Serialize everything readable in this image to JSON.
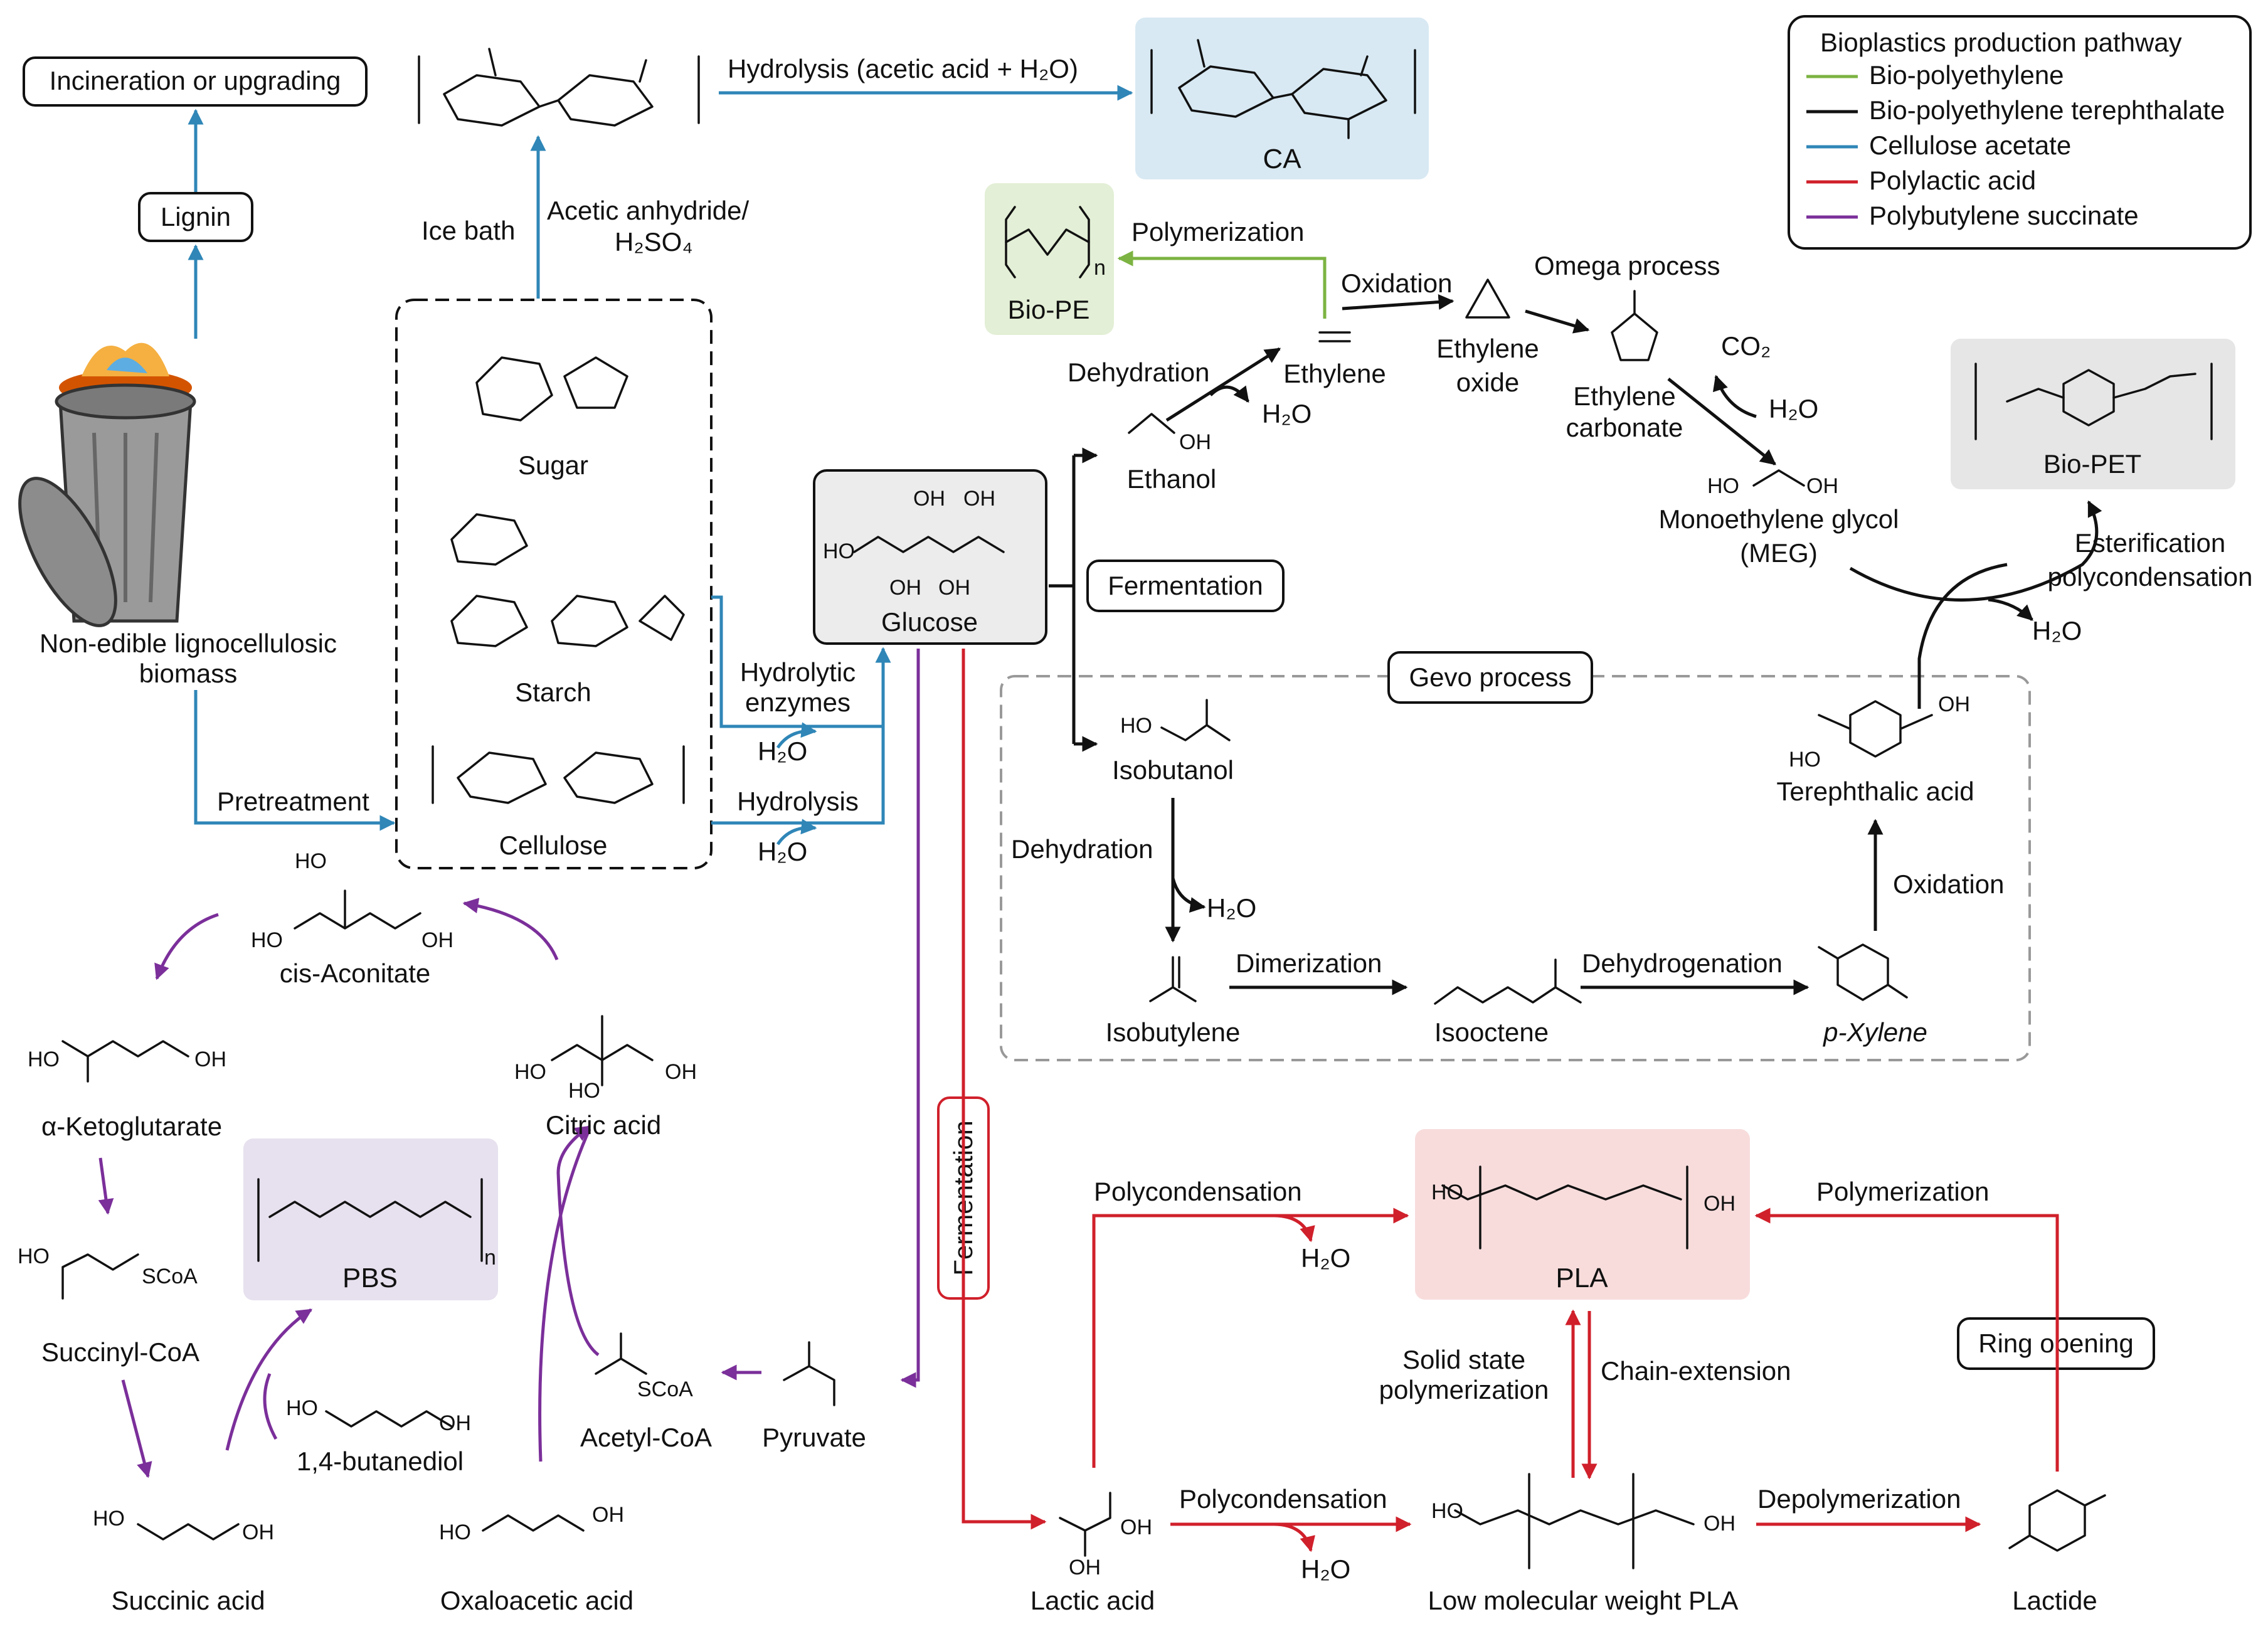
{
  "legend": {
    "title": "Bioplastics production pathway",
    "items": [
      {
        "label": "Bio-polyethylene",
        "color": "#7cb342"
      },
      {
        "label": "Bio-polyethylene terephthalate",
        "color": "#111111"
      },
      {
        "label": "Cellulose acetate",
        "color": "#2f86b7"
      },
      {
        "label": "Polylactic acid",
        "color": "#d0202b"
      },
      {
        "label": "Polybutylene succinate",
        "color": "#7b2f9a"
      }
    ]
  },
  "nodes": {
    "incineration": "Incineration or upgrading",
    "lignin": "Lignin",
    "biomass_line1": "Non-edible lignocellulosic",
    "biomass_line2": "biomass",
    "sugar": "Sugar",
    "starch": "Starch",
    "cellulose": "Cellulose",
    "glucose": "Glucose",
    "ca": "CA",
    "bio_pe": "Bio-PE",
    "bio_pet": "Bio-PET",
    "pla": "PLA",
    "pbs": "PBS",
    "ethanol": "Ethanol",
    "ethylene": "Ethylene",
    "ethylene_oxide_1": "Ethylene",
    "ethylene_oxide_2": "oxide",
    "ethylene_carbonate_1": "Ethylene",
    "ethylene_carbonate_2": "carbonate",
    "meg_1": "Monoethylene glycol",
    "meg_2": "(MEG)",
    "isobutanol": "Isobutanol",
    "isobutylene": "Isobutylene",
    "isooctene": "Isooctene",
    "p_xylene": "p-Xylene",
    "terephthalic_acid": "Terephthalic acid",
    "lactic_acid": "Lactic acid",
    "low_mw_pla": "Low molecular weight PLA",
    "lactide": "Lactide",
    "pyruvate": "Pyruvate",
    "acetyl_coa": "Acetyl-CoA",
    "citric_acid": "Citric acid",
    "cis_aconitate": "cis-Aconitate",
    "a_ketoglutarate": "α-Ketoglutarate",
    "succinyl_coa": "Succinyl-CoA",
    "succinic_acid": "Succinic acid",
    "oxaloacetic_acid": "Oxaloacetic acid",
    "butanediol": "1,4-butanediol"
  },
  "process_labels": {
    "hydrolysis_acetic": "Hydrolysis (acetic acid + H₂O)",
    "ice_bath": "Ice bath",
    "acetic_anhydride_1": "Acetic anhydride/",
    "acetic_anhydride_2": "H₂SO₄",
    "pretreatment": "Pretreatment",
    "hydrolytic_enzymes_1": "Hydrolytic",
    "hydrolytic_enzymes_2": "enzymes",
    "hydrolysis": "Hydrolysis",
    "water": "H₂O",
    "polymerization": "Polymerization",
    "dehydration": "Dehydration",
    "oxidation": "Oxidation",
    "omega_process": "Omega process",
    "co2": "CO₂",
    "esterification_1": "Esterification",
    "esterification_2": "polycondensation",
    "fermentation": "Fermentation",
    "gevo_process": "Gevo process",
    "dimerization": "Dimerization",
    "dehydrogenation": "Dehydrogenation",
    "polycondensation": "Polycondensation",
    "ss_polymerization_1": "Solid state",
    "ss_polymerization_2": "polymerization",
    "chain_extension": "Chain-extension",
    "ring_opening": "Ring opening",
    "depolymerization": "Depolymerization"
  }
}
